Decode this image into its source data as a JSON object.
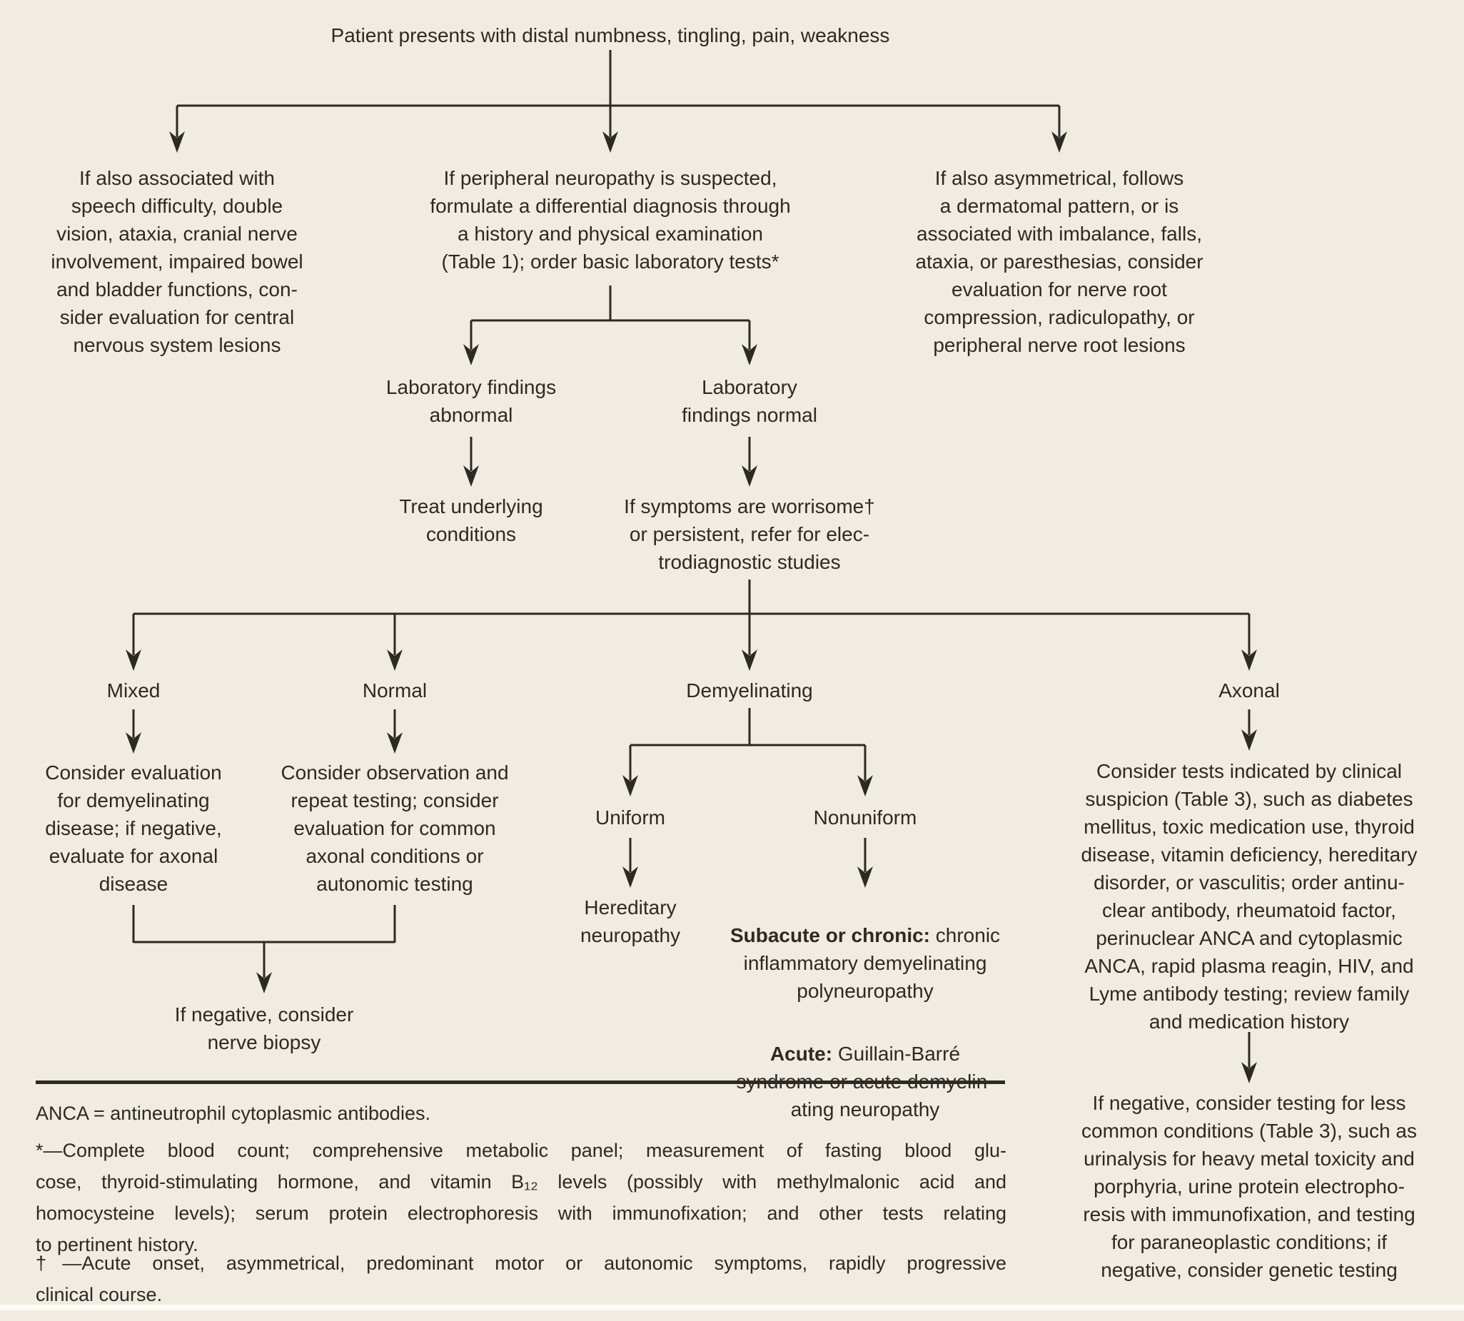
{
  "palette": {
    "background": "#f1ece1",
    "ink": "#2d2924",
    "bottom_band": "#fcfbf6"
  },
  "nodes": {
    "root": "Patient presents with distal numbness, tingling, pain, weakness",
    "cns": "If also associated with\nspeech difficulty, double\nvision, ataxia, cranial nerve\ninvolvement, impaired bowel\nand bladder functions, con-\nsider evaluation for central\nnervous system lesions",
    "workup": "If peripheral neuropathy is suspected,\nformulate a differential diagnosis through\na history and physical examination\n(Table 1); order basic laboratory tests*",
    "nerve_root": "If also asymmetrical, follows\na dermatomal pattern, or is\nassociated with imbalance, falls,\nataxia, or paresthesias, consider\nevaluation for nerve root\ncompression, radiculopathy, or\nperipheral nerve root lesions",
    "lab_abnormal": "Laboratory findings\nabnormal",
    "lab_normal": "Laboratory\nfindings normal",
    "treat": "Treat underlying\nconditions",
    "worrisome": "If symptoms are worrisome†\nor persistent, refer for elec-\ntrodiagnostic studies",
    "mixed_label": "Mixed",
    "normal_label": "Normal",
    "demyelinating_label": "Demyelinating",
    "axonal_label": "Axonal",
    "mixed_eval": "Consider evaluation\nfor demyelinating\ndisease; if negative,\nevaluate for axonal\ndisease",
    "normal_eval": "Consider observation and\nrepeat testing; consider\nevaluation for common\naxonal conditions or\nautonomic testing",
    "nerve_biopsy": "If negative, consider\nnerve biopsy",
    "uniform_label": "Uniform",
    "nonuniform_label": "Nonuniform",
    "hereditary": "Hereditary\nneuropathy",
    "subacute_label": "Subacute or chronic:",
    "subacute_text": " chronic\ninflammatory demyelinating\npolyneuropathy",
    "acute_label": "Acute:",
    "acute_text": " Guillain-Barré\nsyndrome or acute demyelin-\nating neuropathy",
    "axonal_tests": "Consider tests indicated by clinical\nsuspicion (Table 3), such as diabetes\nmellitus, toxic medication use, thyroid\ndisease, vitamin deficiency, hereditary\ndisorder, or vasculitis; order antinu-\nclear antibody, rheumatoid factor,\nperinuclear ANCA and cytoplasmic\nANCA, rapid plasma reagin, HIV, and\nLyme antibody testing; review family\nand medication history",
    "axonal_negative": "If negative, consider testing for less\ncommon conditions (Table 3), such as\nurinalysis for heavy metal toxicity and\nporphyria, urine protein electropho-\nresis with immunofixation, and testing\nfor paraneoplastic conditions; if\nnegative, consider genetic testing"
  },
  "footnotes": {
    "abbreviation": "ANCA = antineutrophil cytoplasmic antibodies.",
    "star_justified": "*—Complete blood count; comprehensive metabolic panel; measurement of fasting blood glu-\ncose, thyroid-stimulating hormone, and vitamin B₁₂ levels (possibly with methylmalonic acid and\nhomocysteine levels); serum protein electrophoresis with immunofixation; and other tests relating",
    "star_last": "to pertinent history.",
    "dagger_justified": "†—Acute onset, asymmetrical, predominant motor or autonomic symptoms, rapidly progressive",
    "dagger_last": "clinical course."
  }
}
